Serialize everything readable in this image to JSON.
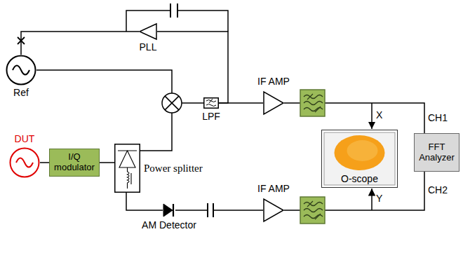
{
  "diagram": {
    "nodes": [
      {
        "text": [
          "Ref"
        ]
      },
      {
        "text": [
          "PLL"
        ]
      },
      {
        "text": [
          "DUT"
        ]
      },
      {
        "text": [
          "I/Q modulator"
        ]
      },
      {
        "text": [
          "Power splitter"
        ]
      },
      {
        "text": [
          "LPF"
        ]
      },
      {
        "text": [
          "IF AMP"
        ]
      },
      {
        "text": [
          "O-scope"
        ]
      },
      {
        "text": [
          "FFT Analyzer"
        ]
      },
      {
        "text": [
          "AM Detector"
        ]
      },
      {
        "text": [
          "IF AMP"
        ]
      }
    ],
    "edges": [
      {
        "from": 2,
        "to": 3,
        "arrow": "none"
      },
      {
        "from": 3,
        "to": 4,
        "arrow": "none"
      },
      {
        "from": 5,
        "to": 6,
        "arrow": "none"
      },
      {
        "from": 5,
        "to": 1,
        "arrow": "none"
      },
      {
        "from": 1,
        "to": 0,
        "arrow": "none"
      },
      {
        "from": 4,
        "to": 9,
        "arrow": "none"
      },
      {
        "from": 9,
        "to": 10,
        "arrow": "none"
      }
    ],
    "labels": [
      "X",
      "Y",
      "CH1",
      "CH2"
    ]
  }
}
